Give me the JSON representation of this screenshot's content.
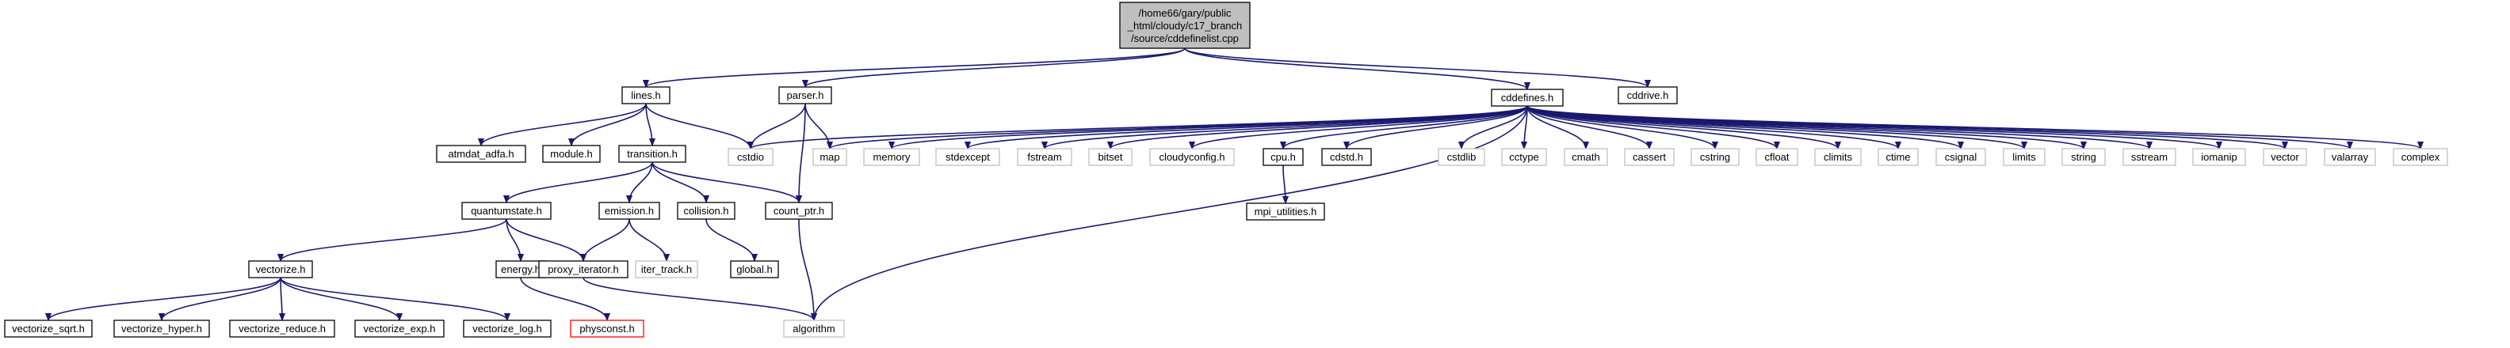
{
  "graph": {
    "title_lines": [
      "/home66/gary/public",
      "_html/cloudy/c17_branch",
      "/source/cddefinelist.cpp"
    ],
    "colors": {
      "edge": "#191970",
      "root_fill": "#bfbfbf",
      "system_border": "#bfbfbf",
      "missing_border": "#ff0000",
      "normal_border": "#000000"
    },
    "nodes": [
      {
        "id": "lines",
        "label": "lines.h",
        "kind": "normal"
      },
      {
        "id": "parser",
        "label": "parser.h",
        "kind": "normal"
      },
      {
        "id": "cddefines",
        "label": "cddefines.h",
        "kind": "normal"
      },
      {
        "id": "cddrive",
        "label": "cddrive.h",
        "kind": "normal"
      },
      {
        "id": "atmdat",
        "label": "atmdat_adfa.h",
        "kind": "normal"
      },
      {
        "id": "module",
        "label": "module.h",
        "kind": "normal"
      },
      {
        "id": "transition",
        "label": "transition.h",
        "kind": "normal"
      },
      {
        "id": "cstdio",
        "label": "cstdio",
        "kind": "system"
      },
      {
        "id": "map",
        "label": "map",
        "kind": "system"
      },
      {
        "id": "memory",
        "label": "memory",
        "kind": "system"
      },
      {
        "id": "stdexcept",
        "label": "stdexcept",
        "kind": "system"
      },
      {
        "id": "fstream",
        "label": "fstream",
        "kind": "system"
      },
      {
        "id": "bitset",
        "label": "bitset",
        "kind": "system"
      },
      {
        "id": "cloudyconfig",
        "label": "cloudyconfig.h",
        "kind": "system"
      },
      {
        "id": "cpu",
        "label": "cpu.h",
        "kind": "normal"
      },
      {
        "id": "cdstd",
        "label": "cdstd.h",
        "kind": "normal"
      },
      {
        "id": "cstdlib",
        "label": "cstdlib",
        "kind": "system"
      },
      {
        "id": "cctype",
        "label": "cctype",
        "kind": "system"
      },
      {
        "id": "cmath",
        "label": "cmath",
        "kind": "system"
      },
      {
        "id": "cassert",
        "label": "cassert",
        "kind": "system"
      },
      {
        "id": "cstring",
        "label": "cstring",
        "kind": "system"
      },
      {
        "id": "cfloat",
        "label": "cfloat",
        "kind": "system"
      },
      {
        "id": "climits",
        "label": "climits",
        "kind": "system"
      },
      {
        "id": "ctime",
        "label": "ctime",
        "kind": "system"
      },
      {
        "id": "csignal",
        "label": "csignal",
        "kind": "system"
      },
      {
        "id": "limits",
        "label": "limits",
        "kind": "system"
      },
      {
        "id": "string",
        "label": "string",
        "kind": "system"
      },
      {
        "id": "sstream",
        "label": "sstream",
        "kind": "system"
      },
      {
        "id": "iomanip",
        "label": "iomanip",
        "kind": "system"
      },
      {
        "id": "vector",
        "label": "vector",
        "kind": "system"
      },
      {
        "id": "valarray",
        "label": "valarray",
        "kind": "system"
      },
      {
        "id": "complex",
        "label": "complex",
        "kind": "system"
      },
      {
        "id": "quantumstate",
        "label": "quantumstate.h",
        "kind": "normal"
      },
      {
        "id": "emission",
        "label": "emission.h",
        "kind": "normal"
      },
      {
        "id": "collision",
        "label": "collision.h",
        "kind": "normal"
      },
      {
        "id": "count_ptr",
        "label": "count_ptr.h",
        "kind": "normal"
      },
      {
        "id": "mpi_utilities",
        "label": "mpi_utilities.h",
        "kind": "normal"
      },
      {
        "id": "vectorize",
        "label": "vectorize.h",
        "kind": "normal"
      },
      {
        "id": "energy",
        "label": "energy.h",
        "kind": "normal"
      },
      {
        "id": "proxy_iterator",
        "label": "proxy_iterator.h",
        "kind": "normal"
      },
      {
        "id": "iter_track",
        "label": "iter_track.h",
        "kind": "system"
      },
      {
        "id": "global",
        "label": "global.h",
        "kind": "normal"
      },
      {
        "id": "algorithm",
        "label": "algorithm",
        "kind": "system"
      },
      {
        "id": "v_sqrt",
        "label": "vectorize_sqrt.h",
        "kind": "normal"
      },
      {
        "id": "v_hyper",
        "label": "vectorize_hyper.h",
        "kind": "normal"
      },
      {
        "id": "v_reduce",
        "label": "vectorize_reduce.h",
        "kind": "normal"
      },
      {
        "id": "v_exp",
        "label": "vectorize_exp.h",
        "kind": "normal"
      },
      {
        "id": "v_log",
        "label": "vectorize_log.h",
        "kind": "normal"
      },
      {
        "id": "physconst",
        "label": "physconst.h",
        "kind": "missing"
      }
    ],
    "edges": [
      [
        "root",
        "lines"
      ],
      [
        "root",
        "parser"
      ],
      [
        "root",
        "cddefines"
      ],
      [
        "root",
        "cddrive"
      ],
      [
        "lines",
        "atmdat"
      ],
      [
        "lines",
        "module"
      ],
      [
        "lines",
        "transition"
      ],
      [
        "lines",
        "cstdio"
      ],
      [
        "parser",
        "cstdio"
      ],
      [
        "parser",
        "map"
      ],
      [
        "parser",
        "count_ptr"
      ],
      [
        "cddefines",
        "cstdio"
      ],
      [
        "cddefines",
        "map"
      ],
      [
        "cddefines",
        "memory"
      ],
      [
        "cddefines",
        "stdexcept"
      ],
      [
        "cddefines",
        "fstream"
      ],
      [
        "cddefines",
        "bitset"
      ],
      [
        "cddefines",
        "cloudyconfig"
      ],
      [
        "cddefines",
        "cpu"
      ],
      [
        "cddefines",
        "cdstd"
      ],
      [
        "cddefines",
        "cstdlib"
      ],
      [
        "cddefines",
        "cctype"
      ],
      [
        "cddefines",
        "cmath"
      ],
      [
        "cddefines",
        "cassert"
      ],
      [
        "cddefines",
        "cstring"
      ],
      [
        "cddefines",
        "cfloat"
      ],
      [
        "cddefines",
        "climits"
      ],
      [
        "cddefines",
        "ctime"
      ],
      [
        "cddefines",
        "csignal"
      ],
      [
        "cddefines",
        "limits"
      ],
      [
        "cddefines",
        "string"
      ],
      [
        "cddefines",
        "sstream"
      ],
      [
        "cddefines",
        "iomanip"
      ],
      [
        "cddefines",
        "vector"
      ],
      [
        "cddefines",
        "valarray"
      ],
      [
        "cddefines",
        "complex"
      ],
      [
        "cddefines",
        "algorithm"
      ],
      [
        "cpu",
        "mpi_utilities"
      ],
      [
        "transition",
        "quantumstate"
      ],
      [
        "transition",
        "emission"
      ],
      [
        "transition",
        "collision"
      ],
      [
        "transition",
        "count_ptr"
      ],
      [
        "quantumstate",
        "vectorize"
      ],
      [
        "quantumstate",
        "energy"
      ],
      [
        "quantumstate",
        "proxy_iterator"
      ],
      [
        "emission",
        "proxy_iterator"
      ],
      [
        "emission",
        "iter_track"
      ],
      [
        "collision",
        "global"
      ],
      [
        "count_ptr",
        "algorithm"
      ],
      [
        "energy",
        "physconst"
      ],
      [
        "proxy_iterator",
        "algorithm"
      ],
      [
        "vectorize",
        "v_sqrt"
      ],
      [
        "vectorize",
        "v_hyper"
      ],
      [
        "vectorize",
        "v_reduce"
      ],
      [
        "vectorize",
        "v_exp"
      ],
      [
        "vectorize",
        "v_log"
      ]
    ]
  }
}
